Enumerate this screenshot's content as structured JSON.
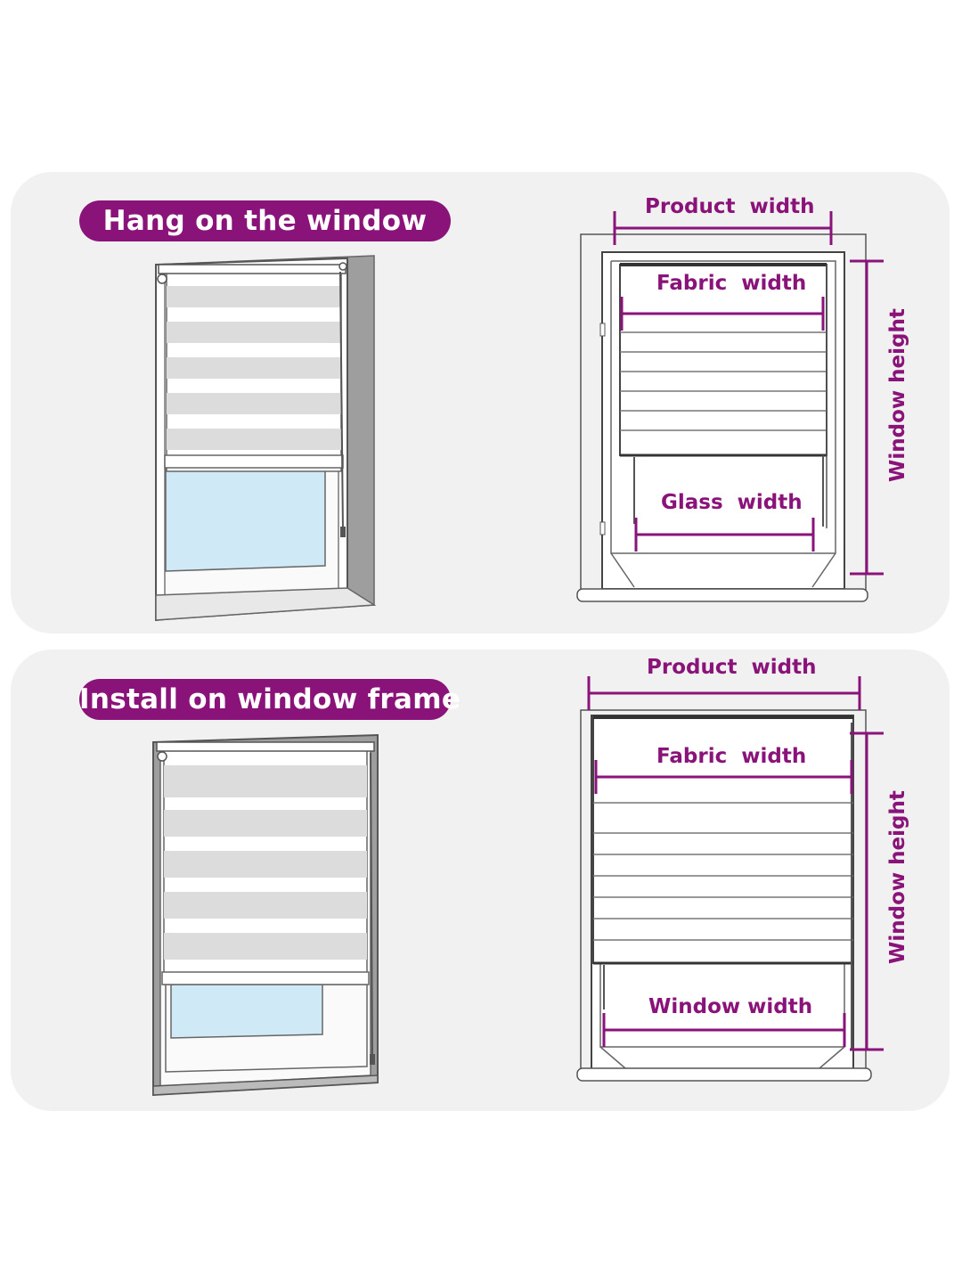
{
  "sections": [
    {
      "title": "Hang on the window",
      "labels": {
        "product_width": "Product  width",
        "fabric_width": "Fabric  width",
        "glass_width": "Glass  width",
        "window_height": "Window height"
      }
    },
    {
      "title": "Install on window frame",
      "labels": {
        "product_width": "Product  width",
        "fabric_width": "Fabric  width",
        "window_width": "Window width",
        "window_height": "Window height"
      }
    }
  ],
  "colors": {
    "accent": "#8a137a",
    "panel_bg": "#f1f1f1",
    "glass": "#cfe9f7",
    "line": "#444444"
  }
}
